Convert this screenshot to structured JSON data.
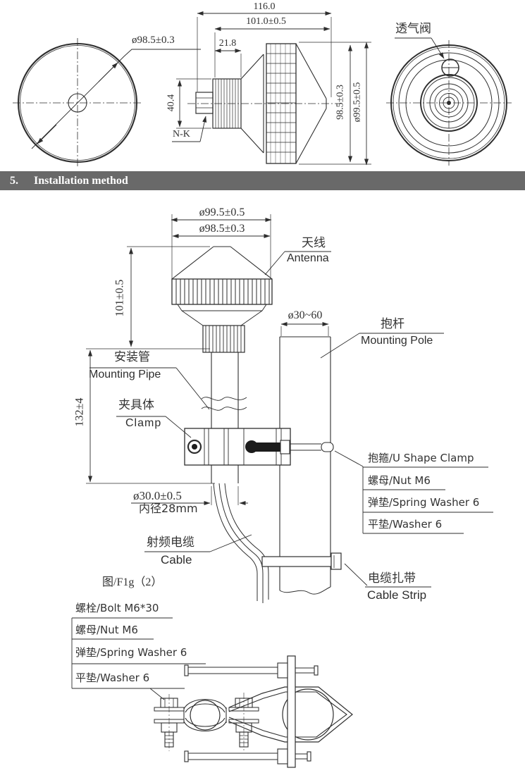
{
  "document": {
    "background": "#ffffff",
    "line_color": "#2e2e2e",
    "text_color": "#333333"
  },
  "top_drawings": {
    "front_view": {
      "dim_diameter": "ø98.5±0.3"
    },
    "side_view": {
      "dim_total_length": "116.0",
      "dim_body_length": "101.0±0.5",
      "dim_connector_length": "21.8",
      "dim_connector_height": "40.4",
      "dim_body_diameter": "98.5±0.3",
      "dim_outer_diameter": "ø99.5±0.5",
      "connector_label": "N-K"
    },
    "rear_view": {
      "vent_valve_label": "透气阀"
    }
  },
  "section_header": {
    "number": "5.",
    "title": "Installation method",
    "background": "#696969",
    "text_color": "#ffffff"
  },
  "installation_figure": {
    "dim_outer_diameter": "ø99.5±0.5",
    "dim_inner_diameter": "ø98.5±0.3",
    "dim_antenna_height": "101±0.5",
    "dim_pole_diameter": "ø30~60",
    "dim_pipe_length": "132±4",
    "dim_pipe_outer": "ø30.0±0.5",
    "dim_pipe_inner": "内径28mm",
    "antenna_label_zh": "天线",
    "antenna_label_en": "Antenna",
    "pole_label_zh": "抱杆",
    "pole_label_en": "Mounting Pole",
    "pipe_label_zh": "安装管",
    "pipe_label_en": "Mounting Pipe",
    "clamp_label_zh": "夹具体",
    "clamp_label_en": "Clamp",
    "cable_label_zh": "射频电缆",
    "cable_label_en": "Cable",
    "strip_label_zh": "电缆扎带",
    "strip_label_en": "Cable Strip",
    "figure_caption": "图/F1g（2）",
    "uclamp_parts": [
      "抱箍/U Shape Clamp",
      "螺母/Nut M6",
      "弹垫/Spring Washer 6",
      "平垫/Washer 6"
    ],
    "bolt_parts": [
      "螺栓/Bolt M6*30",
      "螺母/Nut M6",
      "弹垫/Spring Washer 6",
      "平垫/Washer 6"
    ]
  }
}
